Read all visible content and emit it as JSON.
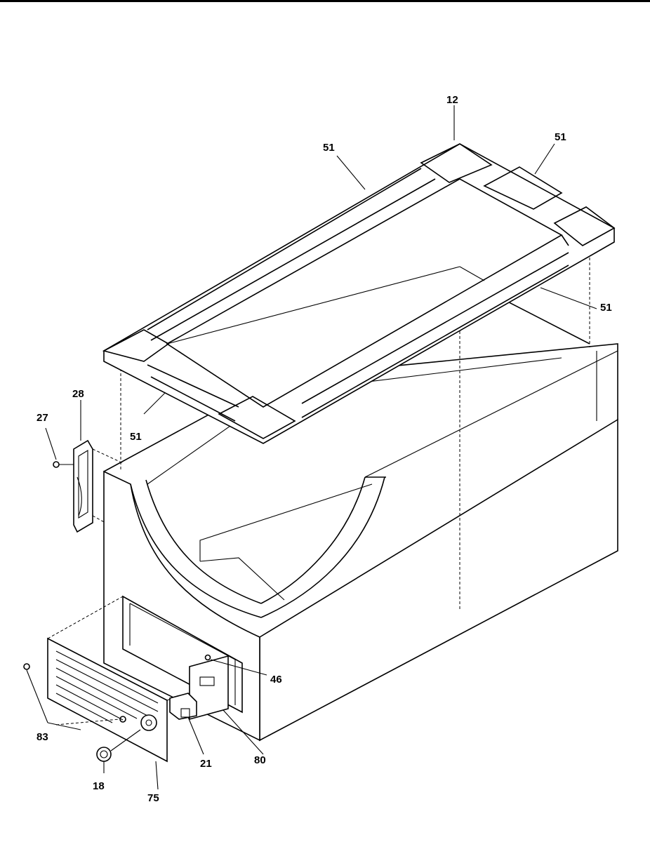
{
  "callouts": [
    {
      "id": "12",
      "text": "12"
    },
    {
      "id": "51-top-left",
      "text": "51"
    },
    {
      "id": "51-top-right",
      "text": "51"
    },
    {
      "id": "51-right",
      "text": "51"
    },
    {
      "id": "51-front",
      "text": "51"
    },
    {
      "id": "28",
      "text": "28"
    },
    {
      "id": "27",
      "text": "27"
    },
    {
      "id": "46",
      "text": "46"
    },
    {
      "id": "83",
      "text": "83"
    },
    {
      "id": "21",
      "text": "21"
    },
    {
      "id": "80",
      "text": "80"
    },
    {
      "id": "18",
      "text": "18"
    },
    {
      "id": "75",
      "text": "75"
    }
  ]
}
